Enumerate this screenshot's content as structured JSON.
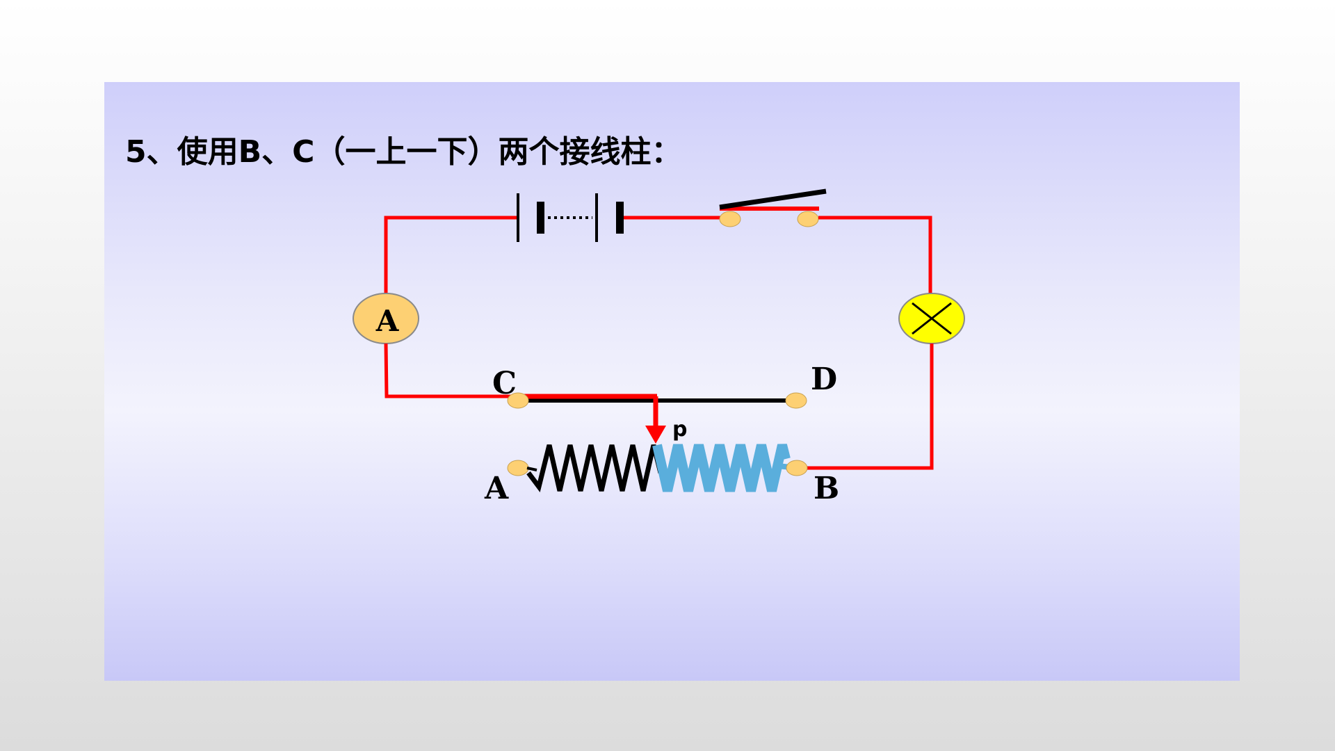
{
  "title": "5、使用B、C（一上一下）两个接线柱：",
  "meter_label": "A",
  "terminals": {
    "top_left": "C",
    "top_right": "D",
    "bottom_left": "A",
    "bottom_right": "B"
  },
  "slider_label": "p",
  "colors": {
    "current_path": "#ff0000",
    "unused_wire": "#000000",
    "active_coil": "#5aaedc",
    "terminal": "#fdd073",
    "lamp": "#ffff00",
    "meter": "#fdd073"
  }
}
